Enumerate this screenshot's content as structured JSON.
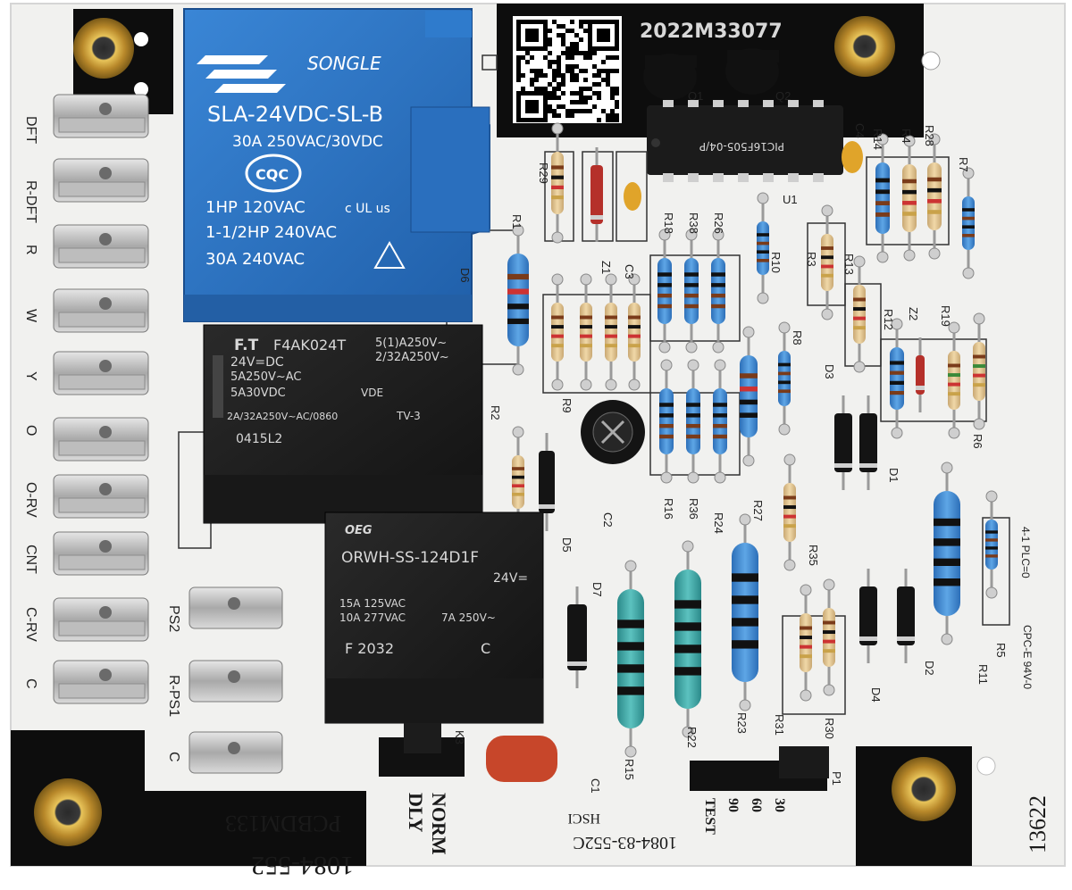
{
  "board": {
    "colors": {
      "pcb": "#f1f1ef",
      "mask": "#0d0d0d",
      "relayBlue": "#2c73c4",
      "relayBlack": "#1c1c1c",
      "brass": "#c9a13a",
      "terminal": "#c8c8c8"
    },
    "qr_code_text": "2022M33077",
    "part_number": "1084-552",
    "pcb_id": "PCBDM133",
    "board_code": "1084-83-552C",
    "hsci": "HSCI",
    "rev_code": "13622",
    "ul_mark": "CPC-E 94V-0",
    "plc": "4-1 PLC=0"
  },
  "relays": {
    "main": {
      "brand": "SONGLE",
      "model": "SLA-24VDC-SL-B",
      "line1": "30A 250VAC/30VDC",
      "cert": "CQC",
      "line2": "1HP 120VAC",
      "line3": "1-1/2HP 240VAC",
      "line4": "30A 240VAC",
      "ul": "c UL us"
    },
    "second": {
      "brand": "F.T",
      "model": "F4AK024T",
      "coil": "24V=DC",
      "r1": "5(1)A250V~",
      "r2": "2/32A250V~",
      "r3": "5A250V~AC",
      "r4": "5A30VDC",
      "vde": "VDE",
      "r5": "2A/32A250V~AC/0860",
      "tv": "TV-3",
      "code": "0415L2"
    },
    "third": {
      "brand": "OEG",
      "model": "ORWH-SS-124D1F",
      "coil": "24V=",
      "r1": "15A 125VAC",
      "r2": "10A 277VAC",
      "r3": "7A 250V~",
      "code": "F 2032",
      "cmark": "C"
    }
  },
  "chip": {
    "label": "PIC16F505-04/P"
  },
  "terminals_left": [
    "DFT",
    "R-DFT",
    "R",
    "W",
    "Y",
    "O",
    "O-RV",
    "CNT",
    "C-RV",
    "C"
  ],
  "terminals_bottom": [
    "PS2",
    "R-PS1",
    "C"
  ],
  "jumper": {
    "labels": [
      "NORM",
      "DLY"
    ]
  },
  "test_header": {
    "labels": [
      "TEST",
      "90",
      "60",
      "30"
    ]
  },
  "refs": {
    "q1": "Q1",
    "q2": "Q2",
    "c4": "C4",
    "r14": "R14",
    "r4": "R4",
    "r28": "R28",
    "r7": "R7",
    "r29": "R29",
    "r1": "R1",
    "d6": "D6",
    "u1": "U1",
    "z1": "Z1",
    "c3": "C3",
    "r18": "R18",
    "r38": "R38",
    "r26": "R26",
    "r10": "R10",
    "r3": "R3",
    "r13": "R13",
    "r12": "R12",
    "z2": "Z2",
    "r19": "R19",
    "r9": "R9",
    "r8": "R8",
    "r2": "R2",
    "d3": "D3",
    "r6": "R6",
    "d1": "D1",
    "r16": "R16",
    "r36": "R36",
    "r24": "R24",
    "r27": "R27",
    "c2": "C2",
    "d5": "D5",
    "r35": "R35",
    "d7": "D7",
    "r5": "R5",
    "r11": "R11",
    "d2": "D2",
    "d4": "D4",
    "r31": "R31",
    "r30": "R30",
    "r23": "R23",
    "r22": "R22",
    "r15": "R15",
    "c1": "C1",
    "k3": "K3",
    "p1": "P1"
  }
}
